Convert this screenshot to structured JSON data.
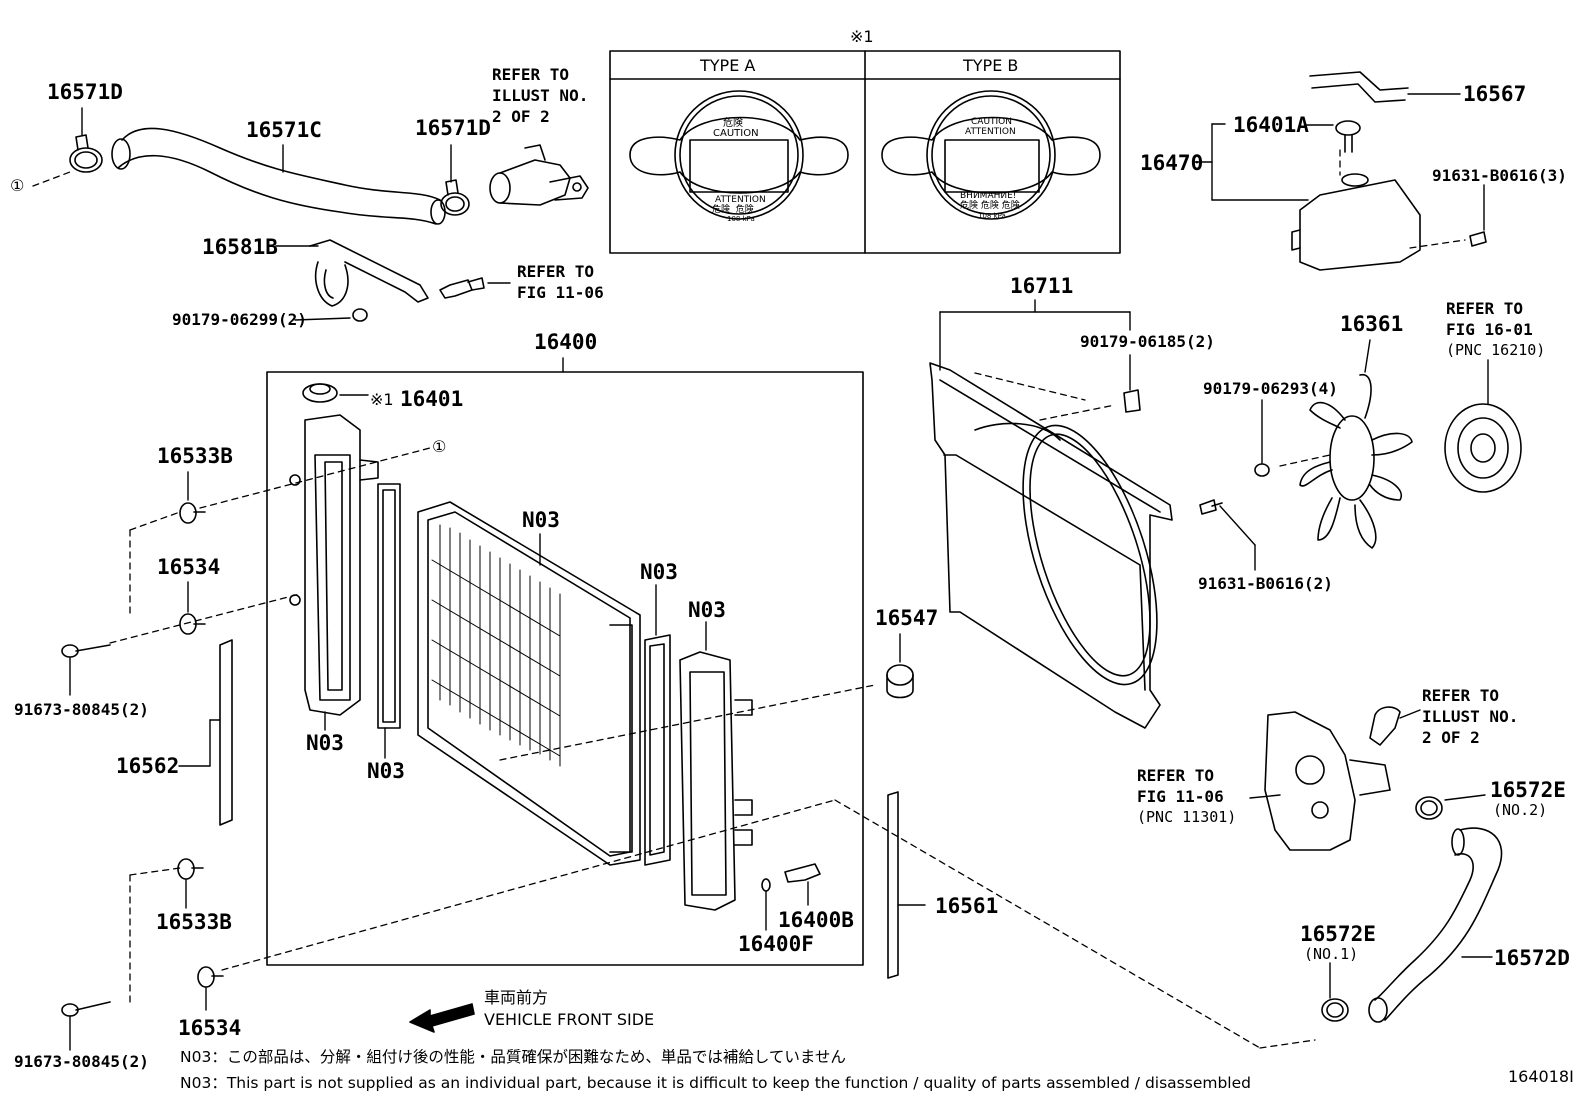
{
  "labels": {
    "p16571D_a": "16571D",
    "p16571C": "16571C",
    "p16571D_b": "16571D",
    "p16581B": "16581B",
    "p90179_06299": "90179-06299(2)",
    "p16400": "16400",
    "p16401": "16401",
    "p16533B_a": "16533B",
    "p16534_a": "16534",
    "p91673_a": "91673-80845(2)",
    "p16562": "16562",
    "p16533B_b": "16533B",
    "p16534_b": "16534",
    "p91673_b": "91673-80845(2)",
    "n03_core": "N03",
    "n03_tank_l": "N03",
    "n03_seal_l": "N03",
    "n03_seal_r": "N03",
    "n03_tank_r": "N03",
    "p16400B": "16400B",
    "p16400F": "16400F",
    "p16547": "16547",
    "p16561": "16561",
    "p16711": "16711",
    "p90179_06185": "90179-06185(2)",
    "p16361": "16361",
    "p90179_06293": "90179-06293(4)",
    "p91631_b0616_2": "91631-B0616(2)",
    "p16567": "16567",
    "p16401A": "16401A",
    "p16470": "16470",
    "p91631_b0616_3": "91631-B0616(3)",
    "p16572E_a": "16572E",
    "p16572E_a_sub": "(NO.2)",
    "p16572E_b": "16572E",
    "p16572E_b_sub": "(NO.1)",
    "p16572D": "16572D"
  },
  "refs": {
    "refer_illust_top": [
      "REFER TO",
      "ILLUST NO.",
      "2 OF 2"
    ],
    "refer_fig_1106_top": [
      "REFER TO",
      "FIG 11-06"
    ],
    "refer_fig_1601": [
      "REFER TO",
      "FIG 16-01",
      "(PNC 16210)"
    ],
    "refer_illust_right": [
      "REFER TO",
      "ILLUST NO.",
      "2 OF 2"
    ],
    "refer_fig_1106_pnc": [
      "REFER TO",
      "FIG 11-06",
      "(PNC 11301)"
    ]
  },
  "cap_box": {
    "mark": "※1",
    "type_a": "TYPE A",
    "type_b": "TYPE B",
    "cap_a_warn_top": "危険",
    "cap_a_caution": "CAUTION",
    "cap_a_attention": "ATTENTION",
    "cap_a_bottom": "危険  危険",
    "cap_a_kpa": "108 kPa",
    "cap_b_caution": "CAUTION",
    "cap_b_attention": "ATTENTION",
    "cap_b_vnimanie": "ВНИМАНИЕ!",
    "cap_b_bottom": "危険 危険 危険",
    "cap_b_kpa": "108 kPa"
  },
  "ref_marks": {
    "circle_one": "①",
    "star_one": "※1"
  },
  "direction": {
    "jp": "車両前方",
    "en": "VEHICLE FRONT SIDE"
  },
  "notes": {
    "jp": "N03：この部品は、分解・組付け後の性能・品質確保が困難なため、単品では補給していません",
    "en": "N03：This part is not supplied as an individual part, because it is difficult to keep the function / quality of parts assembled / disassembled"
  },
  "figure_id": "164018I"
}
